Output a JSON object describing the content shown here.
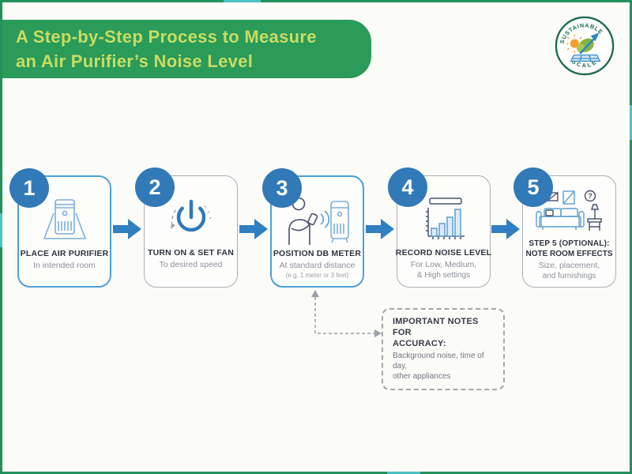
{
  "header": {
    "title_line1": "A Step-by-Step Process to Measure",
    "title_line2": "an Air Purifier’s Noise Level"
  },
  "logo": {
    "arc_top": "SUSTAINABLE",
    "arc_bottom": "SCALE"
  },
  "steps": [
    {
      "number": "1",
      "title": "PLACE AIR PURIFIER",
      "subtitle": "In intended room",
      "icon": "air-purifier-icon"
    },
    {
      "number": "2",
      "title": "TURN ON & SET FAN",
      "subtitle": "To desired speed",
      "icon": "power-button-icon"
    },
    {
      "number": "3",
      "title": "POSITION DB METER",
      "subtitle": "At standard distance",
      "note": "(e.g, 1 meter or 3 feet)",
      "icon": "db-meter-icon"
    },
    {
      "number": "4",
      "title": "RECORD NOISE LEVEL",
      "subtitle": "For Low, Medium,",
      "subtitle2": "& High settings",
      "icon": "bar-chart-icon"
    },
    {
      "number": "5",
      "title": "STEP 5 (OPTIONAL):",
      "title2": "NOTE ROOM EFFECTS",
      "subtitle": "Size, placement,",
      "subtitle2": "and furnishings",
      "icon": "room-furnishings-icon"
    }
  ],
  "notes_box": {
    "title_line1": "IMPORTANT NOTES FOR",
    "title_line2": "ACCURACY:",
    "body_line1": "Background noise, time of day,",
    "body_line2": "other appliances"
  },
  "icon_glyphs": {
    "question_mark": "?"
  },
  "colors": {
    "banner_green": "#2a9b59",
    "banner_text_yellow": "#c9dc63",
    "border_green": "#23915c",
    "border_teal_accent": "#4cc2c4",
    "step_badge_blue": "#3179b7",
    "card_border_blue": "#4da0d8",
    "card_border_gray": "#a9aeb4",
    "flow_arrow_blue": "#2f7fc1",
    "icon_light_blue": "#79aede",
    "icon_dark_navy": "#465068",
    "title_text": "#2e3340",
    "subtitle_text": "#8a8f98",
    "dashed_connector_gray": "#9aa0a6",
    "logo_ring_green": "#1d6b50",
    "logo_sun_orange": "#f39c2c",
    "logo_leaf_green": "#86b440",
    "logo_panel_blue": "#2e86c1"
  }
}
